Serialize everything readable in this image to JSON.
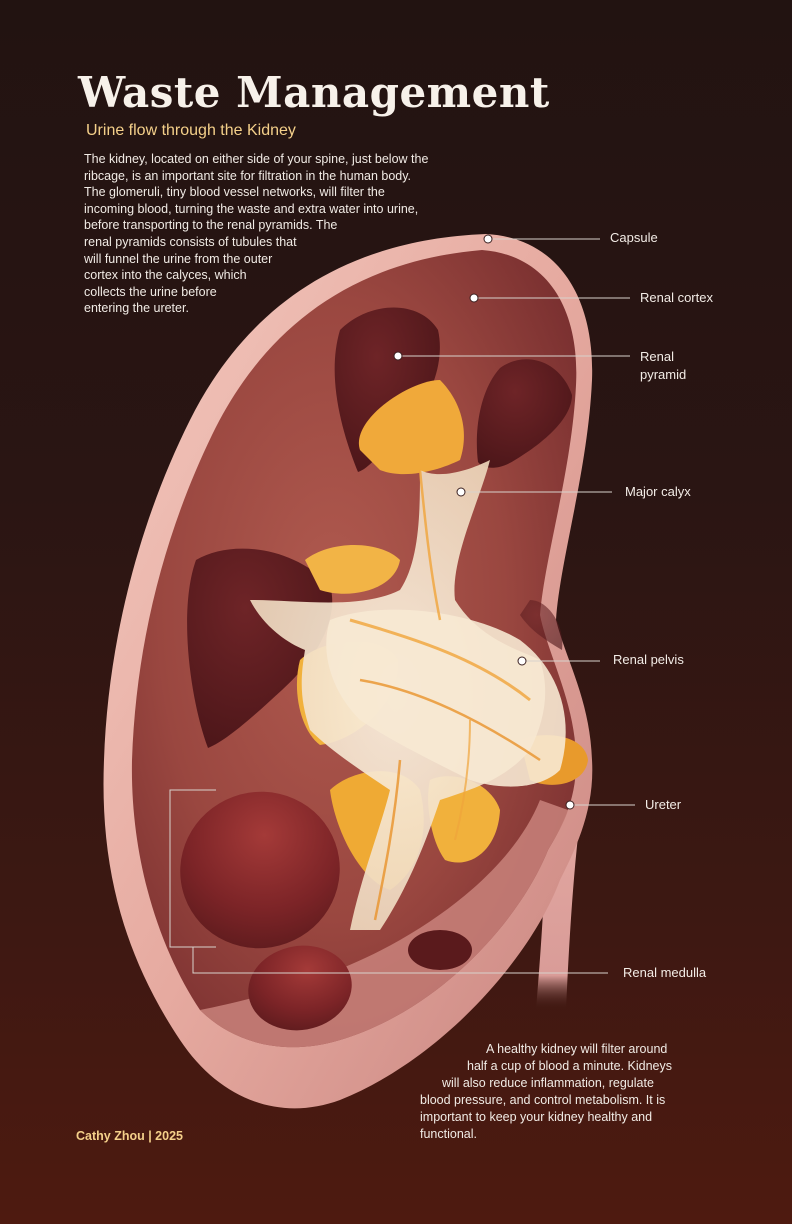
{
  "title": "Waste Management",
  "subtitle": "Urine flow through the Kidney",
  "intro_lines": [
    "The kidney, located on either side of your spine, just below the",
    "ribcage, is an important site for filtration in the human body.",
    "The glomeruli, tiny blood vessel networks, will filter the",
    "incoming blood, turning the waste and extra water into urine,",
    "before transporting to the renal pyramids. The",
    "renal pyramids consists of tubules that",
    "will funnel the urine from the outer",
    "cortex into the calyces, which",
    "collects the urine before",
    "entering the ureter."
  ],
  "labels": {
    "capsule": "Capsule",
    "renal_cortex": "Renal cortex",
    "renal_pyramid_line1": "Renal",
    "renal_pyramid_line2": "pyramid",
    "major_calyx": "Major calyx",
    "renal_pelvis": "Renal pelvis",
    "ureter": "Ureter",
    "renal_medulla": "Renal medulla"
  },
  "footer_lines": [
    "A healthy kidney will filter around",
    "half a cup of blood a minute.  Kidneys",
    "will also reduce inflammation, regulate",
    "blood pressure, and control metabolism. It is",
    "important to keep your kidney healthy and",
    "functional."
  ],
  "credit": "Cathy Zhou | 2025",
  "colors": {
    "background_top": "#221311",
    "background_bottom": "#4e1a10",
    "title": "#f7f1ea",
    "accent": "#f4d08a",
    "capsule": "#e7b0a6",
    "cortex": "#8e3e3a",
    "pyramid": "#5a1c1e",
    "calyx": "#f2e6d2",
    "fat": "#f1b13c"
  }
}
